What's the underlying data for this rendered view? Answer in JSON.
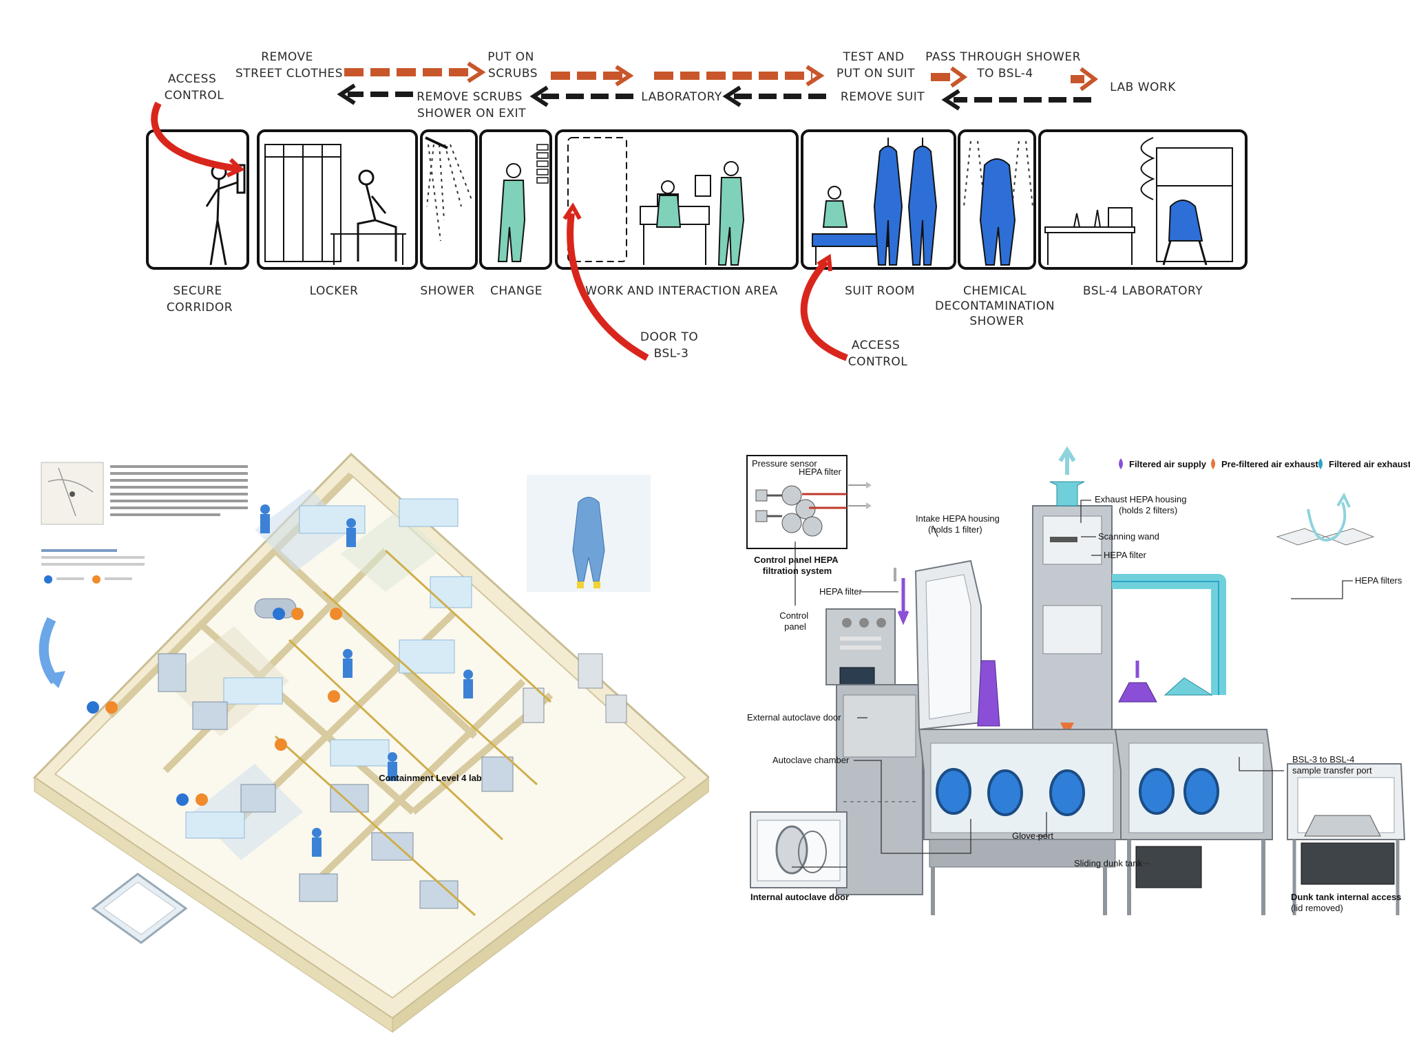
{
  "storyboard": {
    "flow_top": [
      {
        "text": "REMOVE STREET CLOTHES",
        "lines": [
          "REMOVE",
          "STREET CLOTHES"
        ]
      },
      {
        "text": "PUT ON SCRUBS",
        "lines": [
          "PUT ON",
          "SCRUBS"
        ]
      },
      {
        "text": "TEST AND PUT ON SUIT",
        "lines": [
          "TEST AND",
          "PUT ON SUIT"
        ]
      },
      {
        "text": "PASS THROUGH SHOWER TO BSL-4",
        "lines": [
          "PASS THROUGH SHOWER",
          "TO BSL-4"
        ]
      }
    ],
    "flow_bottom": [
      {
        "text": "REMOVE SCRUBS SHOWER ON EXIT",
        "lines": [
          "REMOVE SCRUBS",
          "SHOWER ON EXIT"
        ]
      },
      {
        "text": "LABORATORY",
        "lines": [
          "LABORATORY"
        ]
      },
      {
        "text": "REMOVE SUIT",
        "lines": [
          "REMOVE SUIT"
        ]
      },
      {
        "text": "LAB WORK",
        "lines": [
          "LAB WORK"
        ]
      }
    ],
    "access_control_top": [
      "ACCESS",
      "CONTROL"
    ],
    "rooms": [
      {
        "label": [
          "SECURE",
          "CORRIDOR"
        ]
      },
      {
        "label": [
          "LOCKER"
        ]
      },
      {
        "label": [
          "SHOWER"
        ]
      },
      {
        "label": [
          "CHANGE"
        ]
      },
      {
        "label": [
          "WORK AND INTERACTION AREA"
        ]
      },
      {
        "label": [
          "SUIT ROOM"
        ]
      },
      {
        "label": [
          "CHEMICAL",
          "DECONTAMINATION",
          "SHOWER"
        ]
      },
      {
        "label": [
          "BSL-4 LABORATORY"
        ]
      }
    ],
    "door_to_bsl3": [
      "DOOR TO",
      "BSL-3"
    ],
    "access_control_bottom": [
      "ACCESS",
      "CONTROL"
    ],
    "colors": {
      "orange_arrow": "#c8562a",
      "black_arrow": "#1a1a1a",
      "red_arrow": "#d9261c",
      "suit_blue": "#2d6fd6",
      "scrubs_green": "#7fd1b9"
    }
  },
  "floorplan": {
    "title": "Containment Level 4 lab",
    "colors": {
      "wall": "#f3ecd2",
      "floor": "#fbf8ee",
      "blue_dot": "#2a74d4",
      "orange_dot": "#f08a2a",
      "pipe": "#cfae4a"
    }
  },
  "glovebox": {
    "legend": [
      {
        "label": "Filtered air supply",
        "color": "#8a4fd6"
      },
      {
        "label": "Pre-filtered air exhaust",
        "color": "#e8743a"
      },
      {
        "label": "Filtered air exhaust",
        "color": "#2aa3c8"
      }
    ],
    "inset_control_panel": {
      "pressure_sensor": "Pressure sensor",
      "hepa_filter": "HEPA filter",
      "caption": [
        "Control panel HEPA",
        "filtration system"
      ]
    },
    "labels": {
      "intake_hepa": [
        "Intake HEPA housing",
        "(holds 1 filter)"
      ],
      "exhaust_hepa": [
        "Exhaust HEPA housing",
        "(holds 2 filters)"
      ],
      "scanning_wand": "Scanning wand",
      "hepa_filter_right": "HEPA filter",
      "hepa_filter_left": "HEPA filter",
      "hepa_filters": "HEPA filters",
      "control_panel": [
        "Control",
        "panel"
      ],
      "external_autoclave_door": "External autoclave door",
      "autoclave_chamber": "Autoclave chamber",
      "glove_port": "Glove port",
      "sliding_dunk_tank": "Sliding dunk tank",
      "transfer_port": [
        "BSL-3 to BSL-4",
        "sample transfer port"
      ],
      "internal_autoclave_door": "Internal autoclave door",
      "dunk_tank_access": "Dunk tank internal access",
      "dunk_tank_lid": "(lid removed)"
    },
    "colors": {
      "steel": "#b9bec4",
      "steel_dark": "#7d858d",
      "port_blue": "#2f7fd8",
      "purple": "#8a4fd6",
      "cyan": "#6fd0dc"
    }
  }
}
